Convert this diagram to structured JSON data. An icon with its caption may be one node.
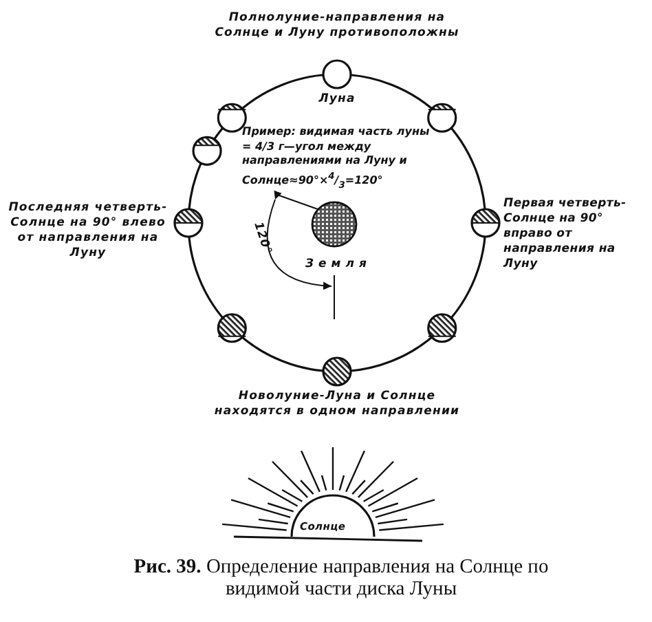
{
  "diagram": {
    "caption": "**Рис. 39.** Определение направления на Солнце по видимой части диска Луны",
    "labels": [
      "Полнолуние-направления на Солнце и Луну противоположны",
      "Луна",
      "Пример: видимая часть луны = 4/3 г—угол между направлениями на Луну и Солнце≈90°×$^{4}$/$_{3}$=120°",
      "Последняя четверть-Солнце на 90° влево от направления на Луну",
      "Первая четверть-Солнце на 90° вправо от направления на Луну",
      "Земля",
      "120°",
      "Новолуние-Луна и Солнце находятся в одном направлении",
      "Солнце"
    ]
  }
}
